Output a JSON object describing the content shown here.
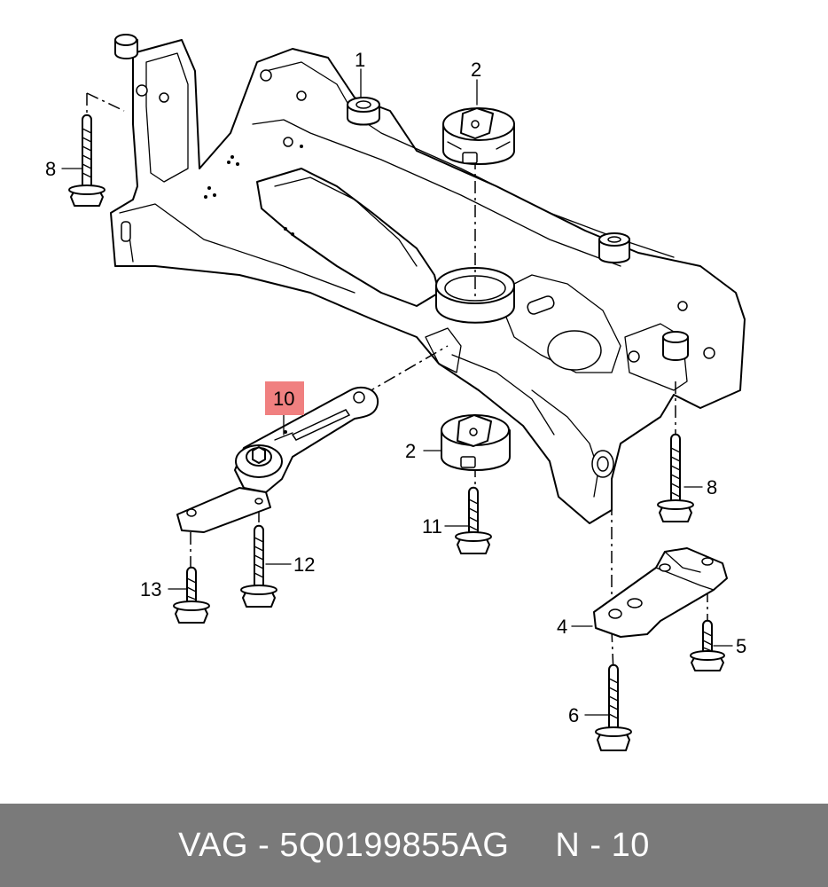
{
  "callouts": {
    "c1": "1",
    "c2_top": "2",
    "c2_mid": "2",
    "c4": "4",
    "c5": "5",
    "c6": "6",
    "c8_left": "8",
    "c8_right": "8",
    "c10": "10",
    "c11": "11",
    "c12": "12",
    "c13": "13"
  },
  "highlight_color": "#f08080",
  "footer": {
    "part_label": "VAG - 5Q0199855AG",
    "ref_label": "N - 10",
    "background": "#7a7a7a"
  }
}
